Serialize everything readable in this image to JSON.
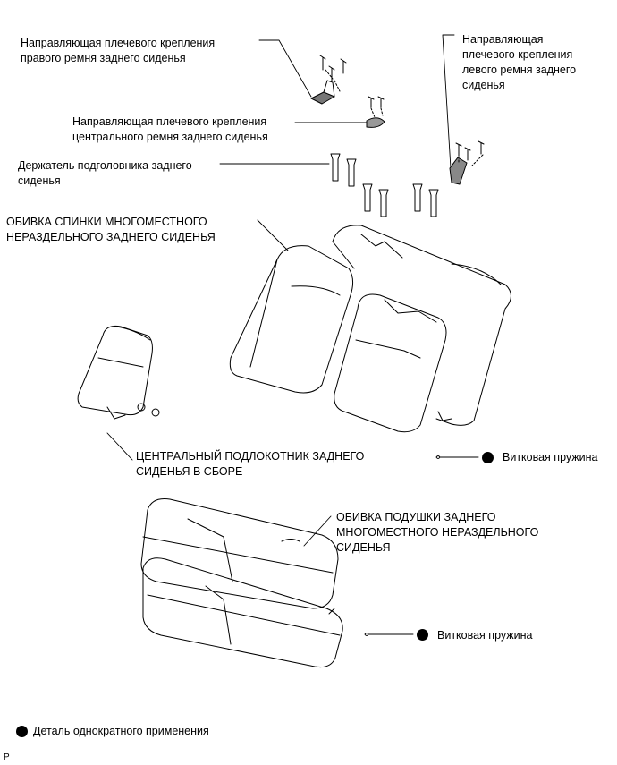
{
  "labels": {
    "right_guide": [
      "Направляющая плечевого крепления",
      "правого ремня заднего сиденья"
    ],
    "left_guide": [
      "Направляющая",
      "плечевого крепления",
      "левого ремня заднего",
      "сиденья"
    ],
    "center_guide": [
      "Направляющая плечевого крепления",
      "центрального ремня заднего сиденья"
    ],
    "headrest_holder": [
      "Держатель подголовника заднего",
      "сиденья"
    ],
    "back_cover": [
      "ОБИВКА СПИНКИ МНОГОМЕСТНОГО",
      "НЕРАЗДЕЛЬНОГО ЗАДНЕГО СИДЕНЬЯ"
    ],
    "armrest": [
      "ЦЕНТРАЛЬНЫЙ ПОДЛОКОТНИК ЗАДНЕГО",
      "СИДЕНЬЯ В СБОРЕ"
    ],
    "cushion_cover": [
      "ОБИВКА ПОДУШКИ ЗАДНЕГО",
      "МНОГОМЕСТНОГО НЕРАЗДЕЛЬНОГО",
      "СИДЕНЬЯ"
    ],
    "spring_upper": "Витковая пружина",
    "spring_lower": "Витковая пружина",
    "legend": "Деталь однократного применения",
    "corner": "P"
  }
}
